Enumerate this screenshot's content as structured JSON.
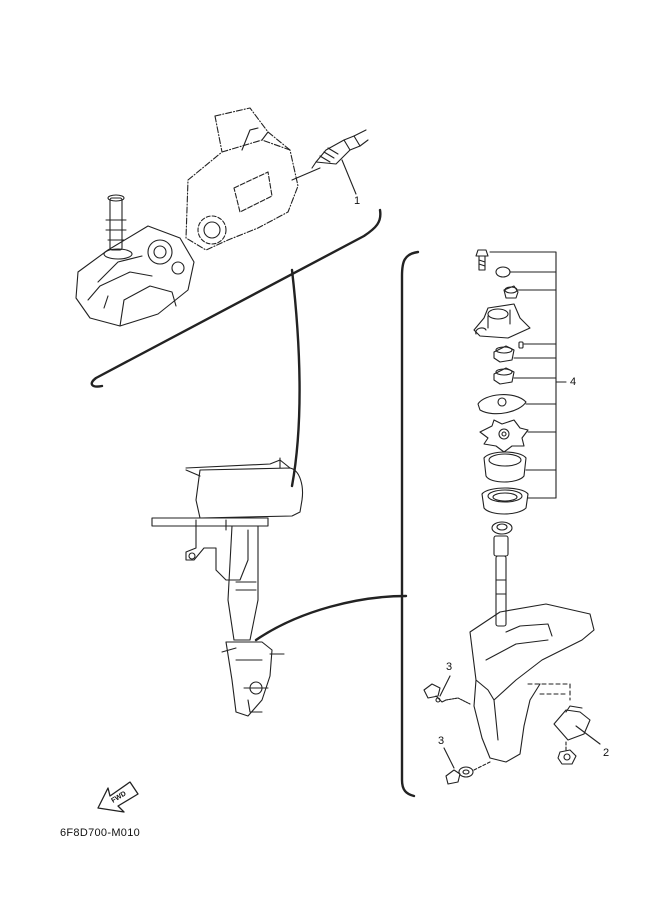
{
  "callouts": {
    "c1": "1",
    "c2": "2",
    "c3a": "3",
    "c3b": "3",
    "c4": "4"
  },
  "fwd_label": "FWD",
  "drawing_code": "6F8D700-M010"
}
